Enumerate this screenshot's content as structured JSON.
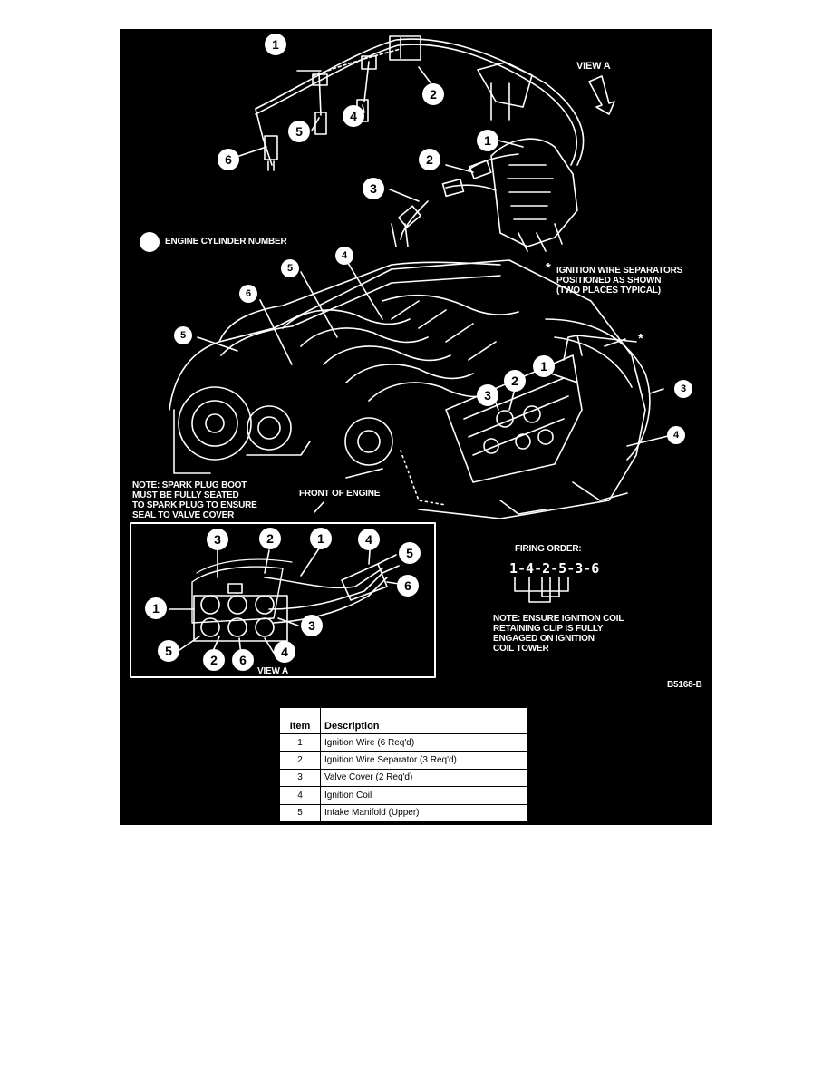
{
  "labels": {
    "view_a_top": "VIEW A",
    "legend": "ENGINE CYLINDER NUMBER",
    "separators_note": "IGNITION WIRE SEPARATORS\nPOSITIONED AS SHOWN\n(TWO PLACES TYPICAL)",
    "asterisk": "*",
    "boot_note": "NOTE: SPARK PLUG BOOT\nMUST BE FULLY SEATED\nTO SPARK PLUG TO ENSURE\nSEAL TO VALVE COVER",
    "front_of_engine": "FRONT OF ENGINE",
    "firing_order_title": "FIRING ORDER:",
    "firing_order_sequence": "1-4-2-5-3-6",
    "coil_note": "NOTE: ENSURE IGNITION COIL\nRETAINING CLIP IS FULLY\nENGAGED ON IGNITION\nCOIL TOWER",
    "view_a_inset": "VIEW A",
    "figure_code": "B5168-B"
  },
  "callouts": {
    "top_wire": "1",
    "top_separator": "2",
    "top_plug_6": "6",
    "top_plug_5": "5",
    "top_plug_4": "4",
    "coil_1": "1",
    "coil_2": "2",
    "coil_3": "3",
    "cyl_4": "4",
    "cyl_5": "5",
    "cyl_6": "6",
    "manifold": "5",
    "sep_2": "2",
    "cyl_3": "3",
    "cyl_1": "1",
    "valve_cover": "3",
    "coil": "4",
    "inset_3": "3",
    "inset_2": "2",
    "inset_1": "1",
    "inset_4": "4",
    "inset_5r": "5",
    "inset_6r": "6",
    "inset_1l": "1",
    "inset_3r": "3",
    "inset_5l": "5",
    "inset_2b": "2",
    "inset_6b": "6",
    "inset_4b": "4"
  },
  "table": {
    "headers": [
      "Item",
      "Description"
    ],
    "rows": [
      {
        "item": "1",
        "description": "Ignition Wire (6 Req'd)"
      },
      {
        "item": "2",
        "description": "Ignition Wire Separator (3 Req'd)"
      },
      {
        "item": "3",
        "description": "Valve Cover (2 Req'd)"
      },
      {
        "item": "4",
        "description": "Ignition Coil"
      },
      {
        "item": "5",
        "description": "Intake Manifold (Upper)"
      }
    ]
  }
}
